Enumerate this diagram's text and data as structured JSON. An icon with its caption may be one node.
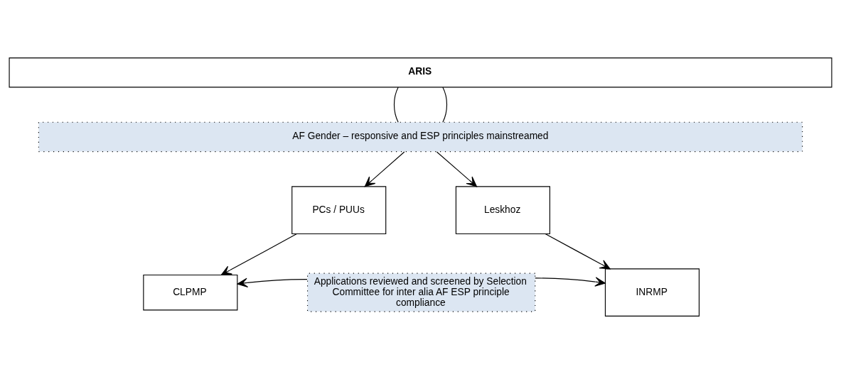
{
  "diagram": {
    "nodes": [
      {
        "text": [
          "ARIS"
        ]
      },
      {
        "text": [
          "AF Gender – responsive and ESP principles mainstreamed"
        ]
      },
      {
        "text": [
          "PCs / PUUs"
        ]
      },
      {
        "text": [
          "Leskhoz"
        ]
      },
      {
        "text": [
          "CLPMP"
        ]
      },
      {
        "text": [
          "Applications reviewed and screened by Selection Committee for inter alia AF ESP principle compliance"
        ]
      },
      {
        "text": [
          "INRMP"
        ]
      }
    ],
    "edges": [
      {
        "from": 0,
        "to": 1,
        "arrow": "none"
      },
      {
        "from": 1,
        "to": 2,
        "arrow": "to"
      },
      {
        "from": 0,
        "to": 1,
        "arrow": "none"
      },
      {
        "from": 1,
        "to": 3,
        "arrow": "to"
      },
      {
        "from": 2,
        "to": 4,
        "arrow": "to"
      },
      {
        "from": 3,
        "to": 6,
        "arrow": "to"
      },
      {
        "from": 5,
        "to": 4,
        "arrow": "to"
      },
      {
        "from": 5,
        "to": 6,
        "arrow": "to"
      }
    ]
  }
}
